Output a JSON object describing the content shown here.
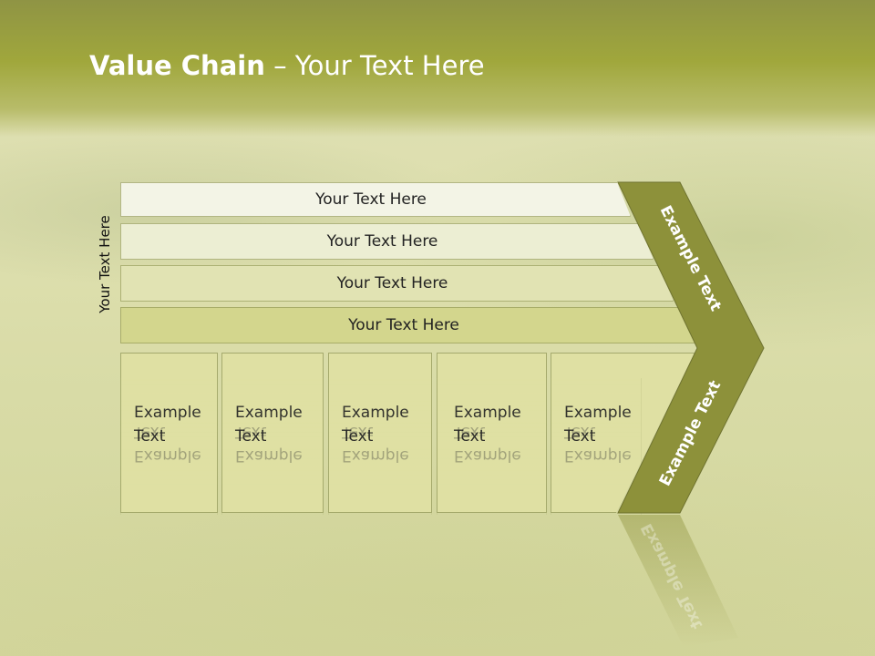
{
  "title": {
    "bold": "Value Chain",
    "rest": " – Your Text Here"
  },
  "side_label": "Your Text Here",
  "rows": [
    {
      "label": "Your Text Here",
      "color": "#f3f4e6"
    },
    {
      "label": "Your Text Here",
      "color": "#eceed3"
    },
    {
      "label": "Your Text Here",
      "color": "#e1e3b3"
    },
    {
      "label": "Your Text Here",
      "color": "#d3d68d"
    }
  ],
  "columns": [
    {
      "line1": "Example",
      "line2": "Text"
    },
    {
      "line1": "Example",
      "line2": "Text"
    },
    {
      "line1": "Example",
      "line2": "Text"
    },
    {
      "line1": "Example",
      "line2": "Text"
    },
    {
      "line1": "Example",
      "line2": "Text"
    }
  ],
  "chevron": {
    "upper_label": "Example Text",
    "lower_label": "Example Text",
    "color": "#8d913a"
  }
}
